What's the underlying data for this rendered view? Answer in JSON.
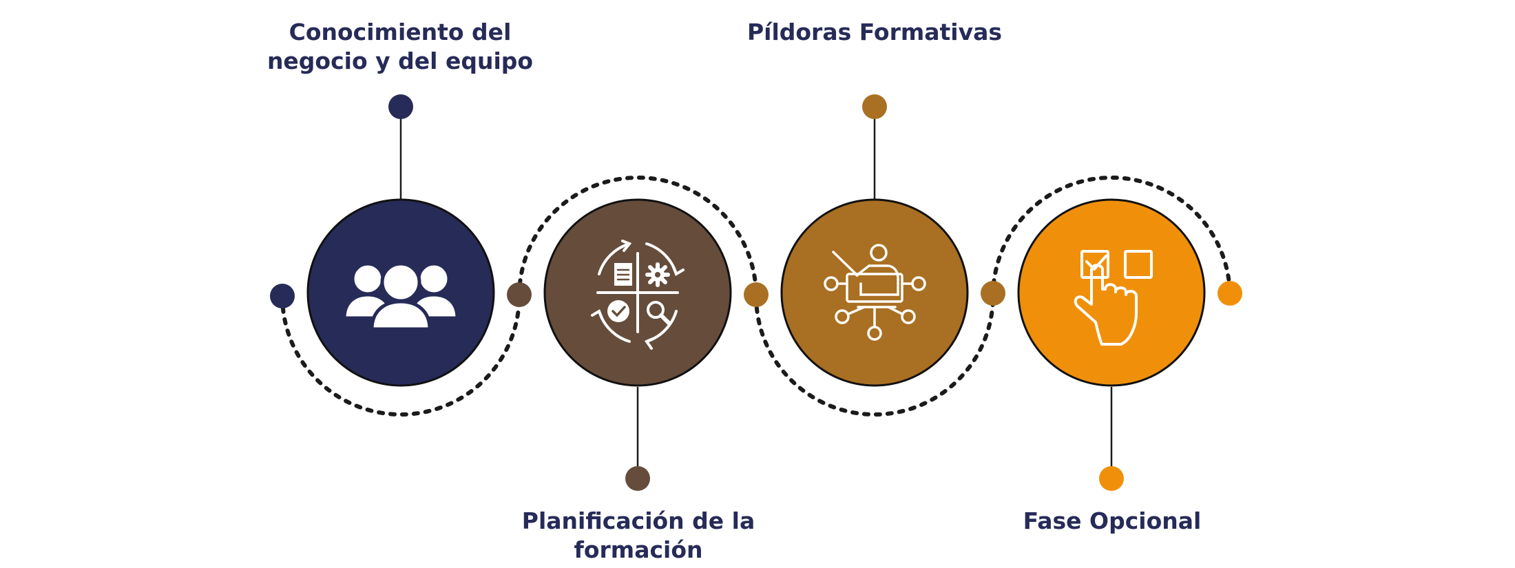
{
  "colors": {
    "navy": "#262b58",
    "brown": "#654c3b",
    "bronze": "#a96f22",
    "orange": "#f0900a",
    "connector": "#1b1b1b",
    "icon": "#ffffff"
  },
  "steps": [
    {
      "label_lines": [
        "Conocimiento del",
        "negocio y del equipo"
      ],
      "color": "#262b58",
      "icon": "team-icon",
      "label_position": "top"
    },
    {
      "label_lines": [
        "Planificación de la",
        "formación"
      ],
      "color": "#654c3b",
      "icon": "planning-cycle-icon",
      "label_position": "bottom"
    },
    {
      "label_lines": [
        "Píldoras Formativas"
      ],
      "color": "#a96f22",
      "icon": "trainer-network-icon",
      "label_position": "top"
    },
    {
      "label_lines": [
        "Fase Opcional"
      ],
      "color": "#f0900a",
      "icon": "checkbox-hand-icon",
      "label_position": "bottom"
    }
  ]
}
